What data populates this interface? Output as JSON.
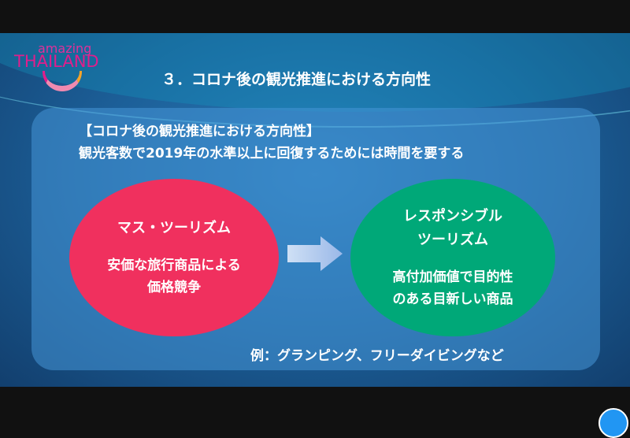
{
  "logo": {
    "line1": "amazing",
    "line2": "THAILAND"
  },
  "slide": {
    "title": "３．コロナ後の観光推進における方向性",
    "subtitle1": "【コロナ後の観光推進における方向性】",
    "subtitle2": "観光客数で2019年の水準以上に回復するためには時間を要する",
    "left": {
      "heading": "マス・ツーリズム",
      "body1": "安価な旅行商品による",
      "body2": "価格競争"
    },
    "right": {
      "heading1": "レスポンシブル",
      "heading2": "ツーリズム",
      "body1": "高付加価値で目的性",
      "body2": "のある目新しい商品"
    },
    "example": "例：グランピング、フリーダイビングなど"
  },
  "colors": {
    "left_circle": "#f0305e",
    "right_circle": "#00a878",
    "logo": "#e01e8c"
  }
}
